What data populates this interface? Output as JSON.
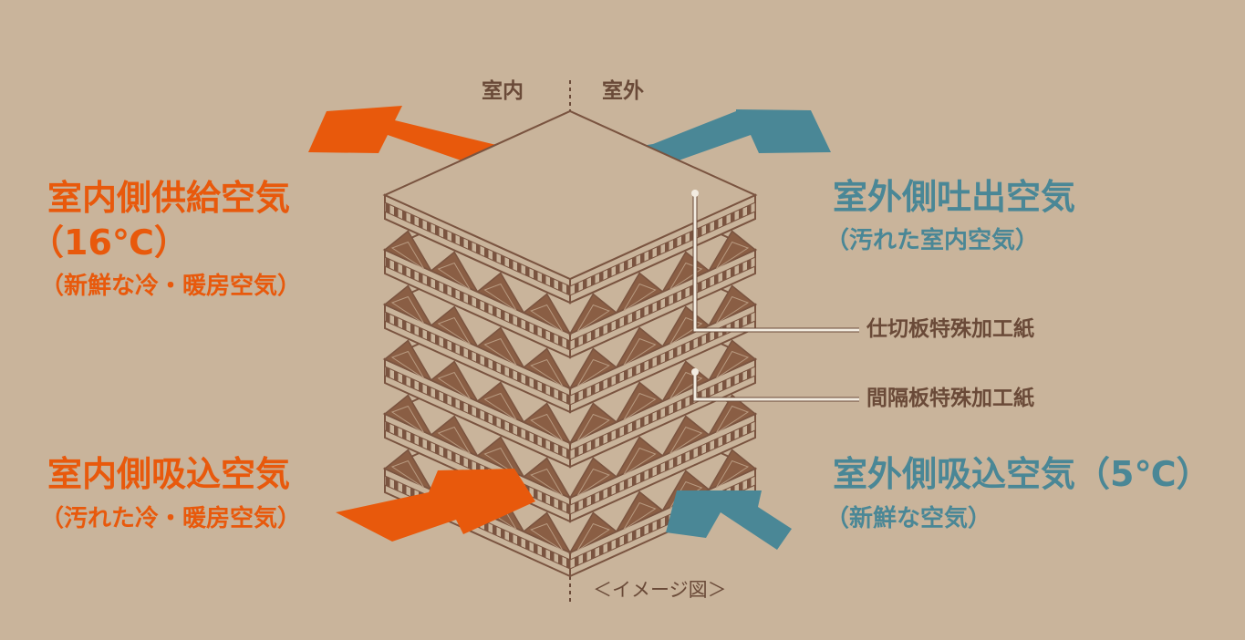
{
  "header": {
    "indoor": "室内",
    "outdoor": "室外"
  },
  "left": {
    "supply_title": "室内側供給空気",
    "supply_temp": "（16℃）",
    "supply_desc": "（新鮮な冷・暖房空気）",
    "intake_title": "室内側吸込空気",
    "intake_desc": "（汚れた冷・暖房空気）"
  },
  "right": {
    "exhaust_title": "室外側吐出空気",
    "exhaust_desc": "（汚れた室内空気）",
    "intake_title": "室外側吸込空気（5℃）",
    "intake_desc": "（新鮮な空気）"
  },
  "callouts": {
    "partition": "仕切板特殊加工紙",
    "spacer": "間隔板特殊加工紙"
  },
  "caption": "＜イメージ図＞",
  "colors": {
    "background": "#c9b49b",
    "indoor": "#e8590c",
    "outdoor": "#4a8796",
    "paper": "#c9b49b",
    "line": "#7a5440",
    "shade": "#8a5e44"
  }
}
